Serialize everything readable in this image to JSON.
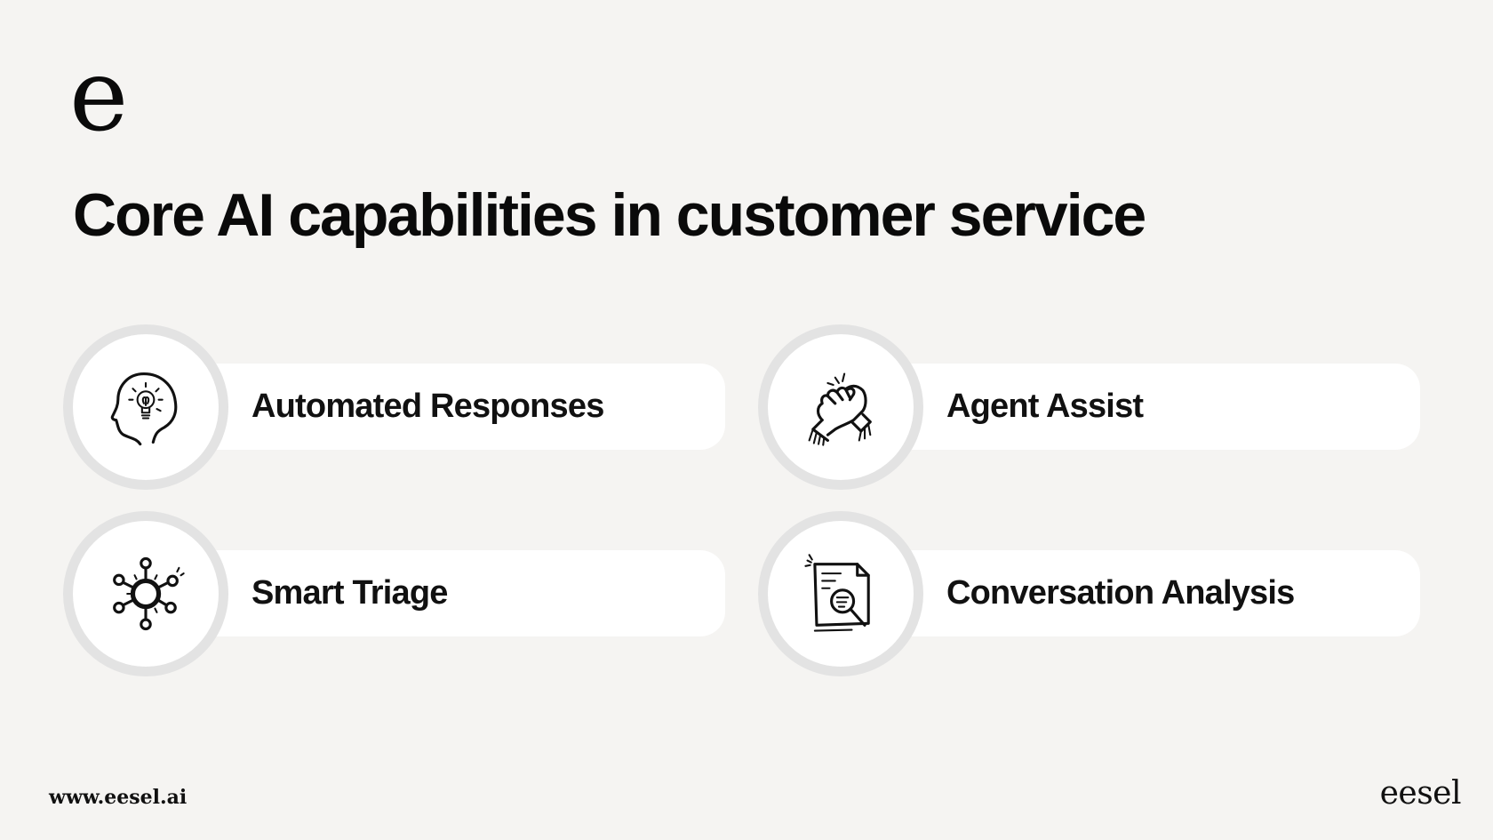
{
  "brand": {
    "logo_mark": "e",
    "footer_url": "www.eesel.ai",
    "footer_wordmark": "eesel"
  },
  "title": "Core AI capabilities in customer service",
  "colors": {
    "background": "#f5f4f2",
    "card": "#ffffff",
    "ring": "#e3e3e3",
    "text": "#0b0b0b"
  },
  "capabilities": [
    {
      "label": "Automated Responses",
      "icon": "head-lightbulb-icon"
    },
    {
      "label": "Agent Assist",
      "icon": "handshake-icon"
    },
    {
      "label": "Smart Triage",
      "icon": "network-hub-icon"
    },
    {
      "label": "Conversation Analysis",
      "icon": "document-magnifier-icon"
    }
  ]
}
